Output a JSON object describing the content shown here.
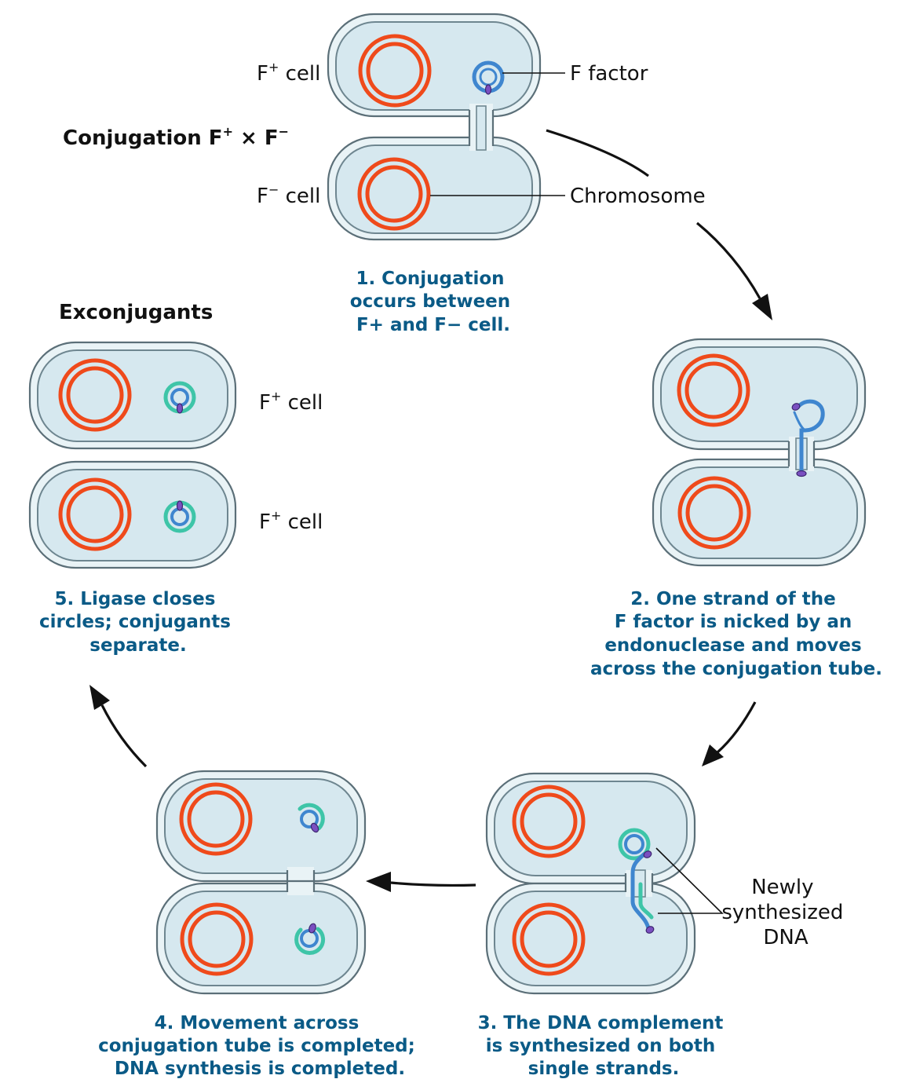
{
  "title": {
    "text": "Conjugation F",
    "sup1": "+",
    "times": " × F",
    "sup2": "−"
  },
  "labels": {
    "fplus_cell": {
      "main": "F",
      "sup": "+",
      "rest": " cell"
    },
    "fminus_cell": {
      "main": "F",
      "sup": "−",
      "rest": " cell"
    },
    "f_factor": "F factor",
    "chromosome": "Chromosome",
    "exconjugants": "Exconjugants",
    "newly_synthesized": [
      "Newly",
      "synthesized",
      "DNA"
    ]
  },
  "steps": [
    {
      "id": 1,
      "lines": [
        "1. Conjugation",
        "occurs between",
        "F+ and F− cell."
      ]
    },
    {
      "id": 2,
      "lines": [
        "2. One strand of the",
        "F factor is nicked by an",
        "endonuclease and moves",
        "across the conjugation tube."
      ]
    },
    {
      "id": 3,
      "lines": [
        "3. The DNA complement",
        "is synthesized on both",
        "single strands."
      ]
    },
    {
      "id": 4,
      "lines": [
        "4. Movement across",
        "conjugation tube is completed;",
        "DNA synthesis is completed."
      ]
    },
    {
      "id": 5,
      "lines": [
        "5. Ligase closes",
        "circles; conjugants",
        "separate."
      ]
    }
  ],
  "colors": {
    "chromosome": "#ef4a1b",
    "f_factor_strand": "#3f86cf",
    "new_strand": "#3ec5a8",
    "nick_site": "#7a4fc0",
    "caption": "#0a5a86",
    "cell_fill": "#d6e8ef"
  }
}
